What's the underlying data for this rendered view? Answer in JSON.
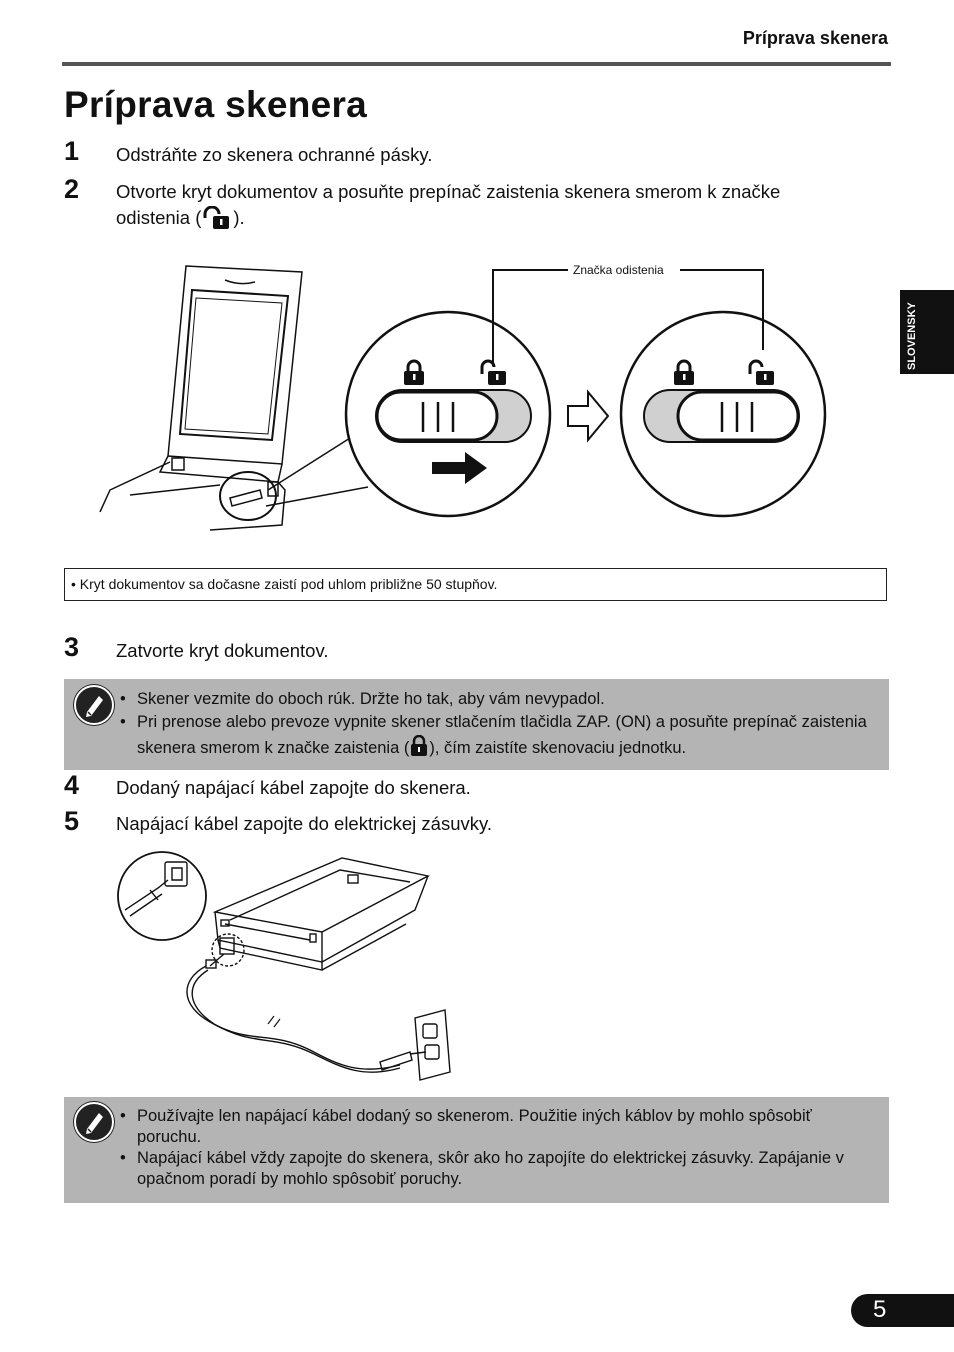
{
  "header": {
    "title": "Príprava skenera"
  },
  "page_title": "Príprava skenera",
  "side_tab": "SLOVENSKY",
  "steps": [
    {
      "num": "1",
      "text": "Odstráňte zo skenera ochranné pásky."
    },
    {
      "num": "2",
      "text_a": "Otvorte kryt dokumentov a posuňte prepínač zaistenia skenera smerom k značke",
      "text_b": "odistenia (",
      "text_c": ")."
    },
    {
      "num": "3",
      "text": "Zatvorte kryt dokumentov."
    },
    {
      "num": "4",
      "text": "Dodaný napájací kábel zapojte do skenera."
    },
    {
      "num": "5",
      "text": "Napájací kábel zapojte do elektrickej zásuvky."
    }
  ],
  "figure1": {
    "callout_label": "Značka odistenia"
  },
  "note_box": {
    "text": "•  Kryt dokumentov sa dočasne zaistí pod uhlom približne 50 stupňov."
  },
  "caution1": {
    "items": [
      {
        "text": "Skener vezmite do oboch rúk. Držte ho tak, aby vám nevypadol."
      },
      {
        "text_a": "Pri prenose alebo prevoze vypnite skener stlačením tlačidla ZAP. (ON) a posuňte prepínač zaistenia skenera smerom k značke zaistenia (",
        "text_b": "), čím zaistíte skenovaciu jednotku."
      }
    ]
  },
  "caution2": {
    "items": [
      {
        "text": "Používajte len napájací kábel dodaný so skenerom. Použitie iných káblov by mohlo spôsobiť poruchu."
      },
      {
        "text": "Napájací kábel vždy zapojte do skenera, skôr ako ho zapojíte do elektrickej zásuvky. Zapájanie v opačnom poradí by mohlo spôsobiť poruchy."
      }
    ]
  },
  "page_number": "5",
  "icons": [
    "lock-closed-icon",
    "lock-open-icon",
    "caution-icon",
    "arrow-right-icon"
  ]
}
